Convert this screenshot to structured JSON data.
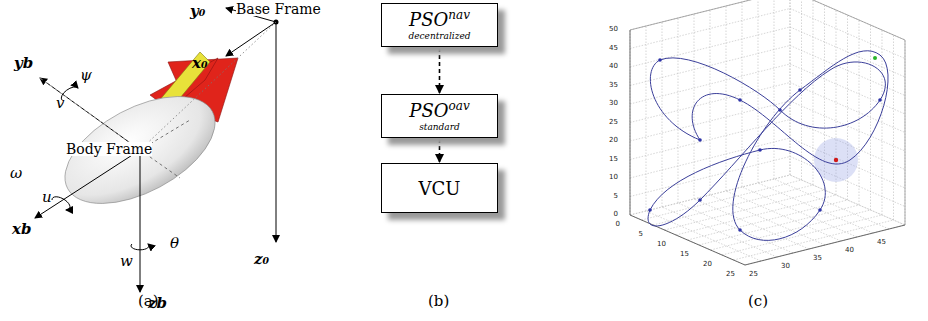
{
  "diagram": {
    "nodes": [
      {
        "text": [
          "PSO",
          "nav",
          "decentralized"
        ]
      },
      {
        "text": [
          "PSO",
          "oav",
          "standard"
        ]
      },
      {
        "text": [
          "VCU"
        ]
      }
    ],
    "edges": [
      {
        "from": 0,
        "to": 1,
        "arrow": "to"
      },
      {
        "from": 1,
        "to": 2,
        "arrow": "to"
      }
    ],
    "labels": [
      "y₀",
      "Base Frame",
      "x₀",
      "z₀",
      "yb",
      "ψ",
      "v",
      "ω",
      "Body Frame",
      "u",
      "xb",
      "θ",
      "w",
      "zb",
      "50",
      "45",
      "40",
      "35",
      "30",
      "25",
      "20",
      "15",
      "10",
      "5",
      "0",
      "0",
      "5",
      "10",
      "15",
      "20",
      "25",
      "25",
      "30",
      "35",
      "40",
      "45",
      "(a)",
      "(b)",
      "(c)"
    ]
  }
}
